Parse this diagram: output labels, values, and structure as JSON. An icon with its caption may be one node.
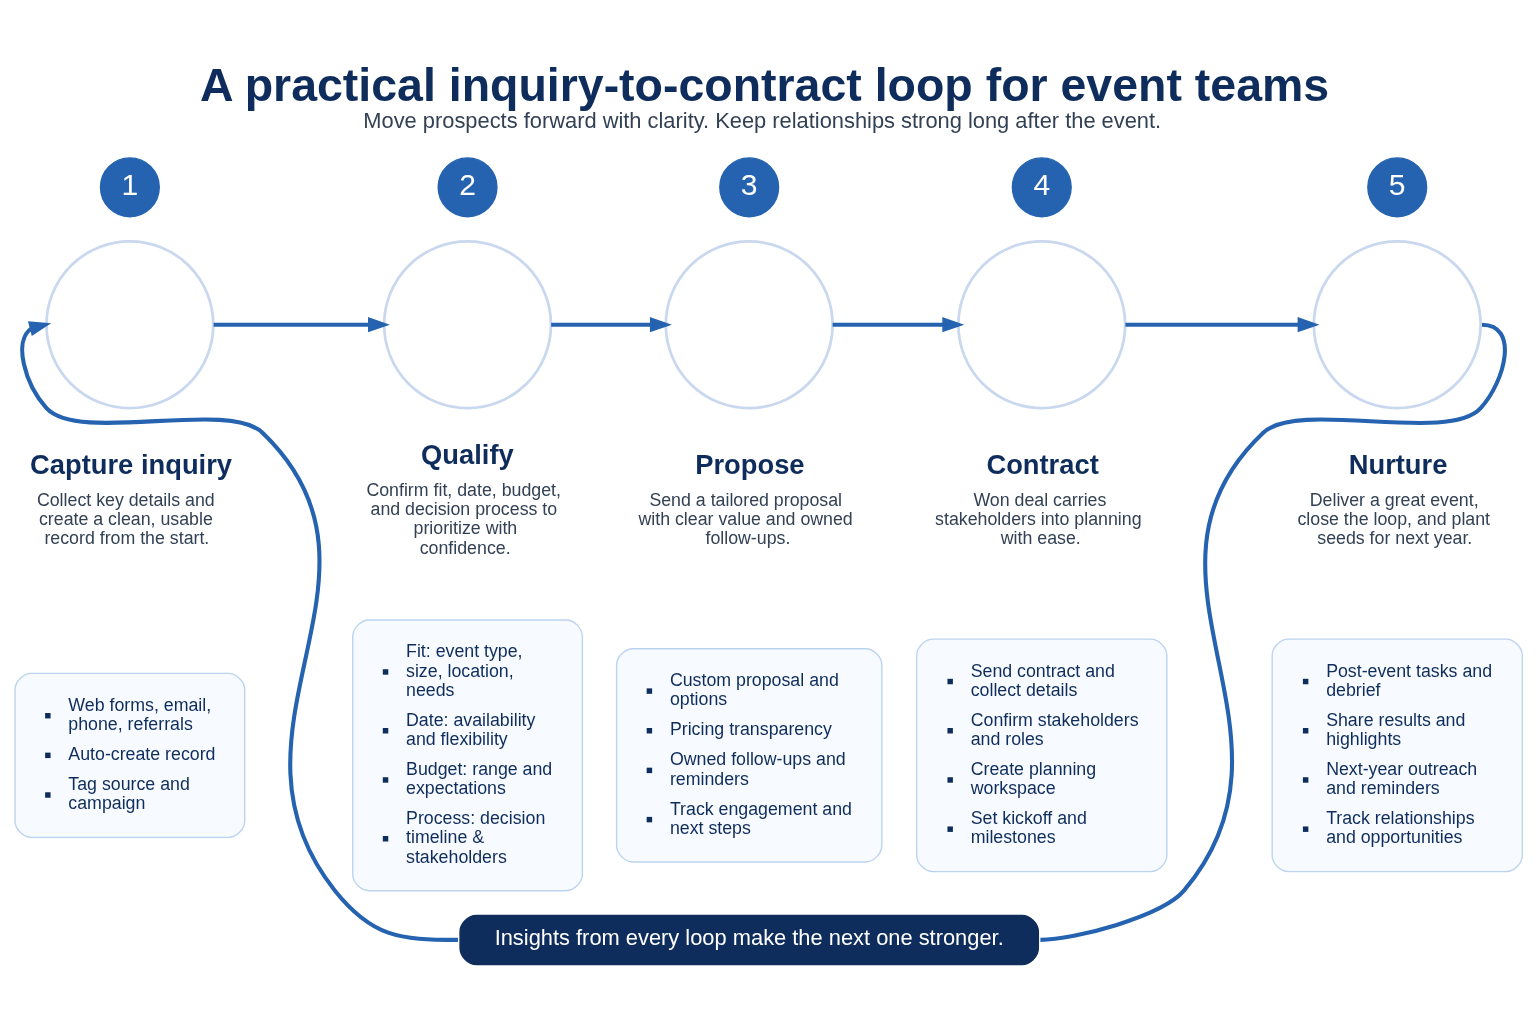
{
  "diagram": {
    "title": "A practical inquiry-to-contract loop for event teams",
    "caption": "Move prospects forward with clarity. Keep relationships strong long after the event.",
    "nodes": [
      {
        "text": [
          "1"
        ]
      },
      {
        "text": [],
        "shape": "circle",
        "beside": [
          "Capture inquiry",
          "Collect key details and create a clean, usable record from the start."
        ]
      },
      {
        "text": [
          "Web forms, email, phone, referrals",
          "Auto-create record",
          "Tag source and campaign"
        ]
      },
      {
        "text": [
          "2"
        ]
      },
      {
        "text": [],
        "shape": "circle",
        "beside": [
          "Qualify",
          "Confirm fit, date, budget, and decision process to prioritize with confidence."
        ]
      },
      {
        "text": [
          "Fit: event type, size, location, needs",
          "Date: availability and flexibility",
          "Budget: range and expectations",
          "Process: decision timeline & stakeholders"
        ]
      },
      {
        "text": [
          "3"
        ]
      },
      {
        "text": [],
        "shape": "circle",
        "beside": [
          "Propose",
          "Send a tailored proposal with clear value and owned follow-ups."
        ]
      },
      {
        "text": [
          "Custom proposal and options",
          "Pricing transparency",
          "Owned follow-ups and reminders",
          "Track engagement and next steps"
        ]
      },
      {
        "text": [
          "4"
        ]
      },
      {
        "text": [],
        "shape": "circle",
        "beside": [
          "Contract",
          "Won deal carries stakeholders into planning with ease."
        ]
      },
      {
        "text": [
          "Send contract and collect details",
          "Confirm stakeholders and roles",
          "Create planning workspace",
          "Set kickoff and milestones"
        ]
      },
      {
        "text": [
          "5"
        ]
      },
      {
        "text": [],
        "shape": "circle",
        "beside": [
          "Nurture",
          "Deliver a great event, close the loop, and plant seeds for next year."
        ]
      },
      {
        "text": [
          "Post-event tasks and debrief",
          "Share results and highlights",
          "Next-year outreach and reminders",
          "Track relationships and opportunities"
        ]
      },
      {
        "text": [
          "Insights from every loop make the next one stronger."
        ]
      }
    ],
    "edges": [
      {
        "from": 1,
        "to": 4,
        "arrow": "to"
      },
      {
        "from": 4,
        "to": 7,
        "arrow": "to"
      },
      {
        "from": 7,
        "to": 10,
        "arrow": "to"
      },
      {
        "from": 10,
        "to": 13,
        "arrow": "to"
      },
      {
        "from": 13,
        "to": 15,
        "arrow": "none"
      },
      {
        "from": 15,
        "to": 1,
        "arrow": "to"
      }
    ]
  }
}
